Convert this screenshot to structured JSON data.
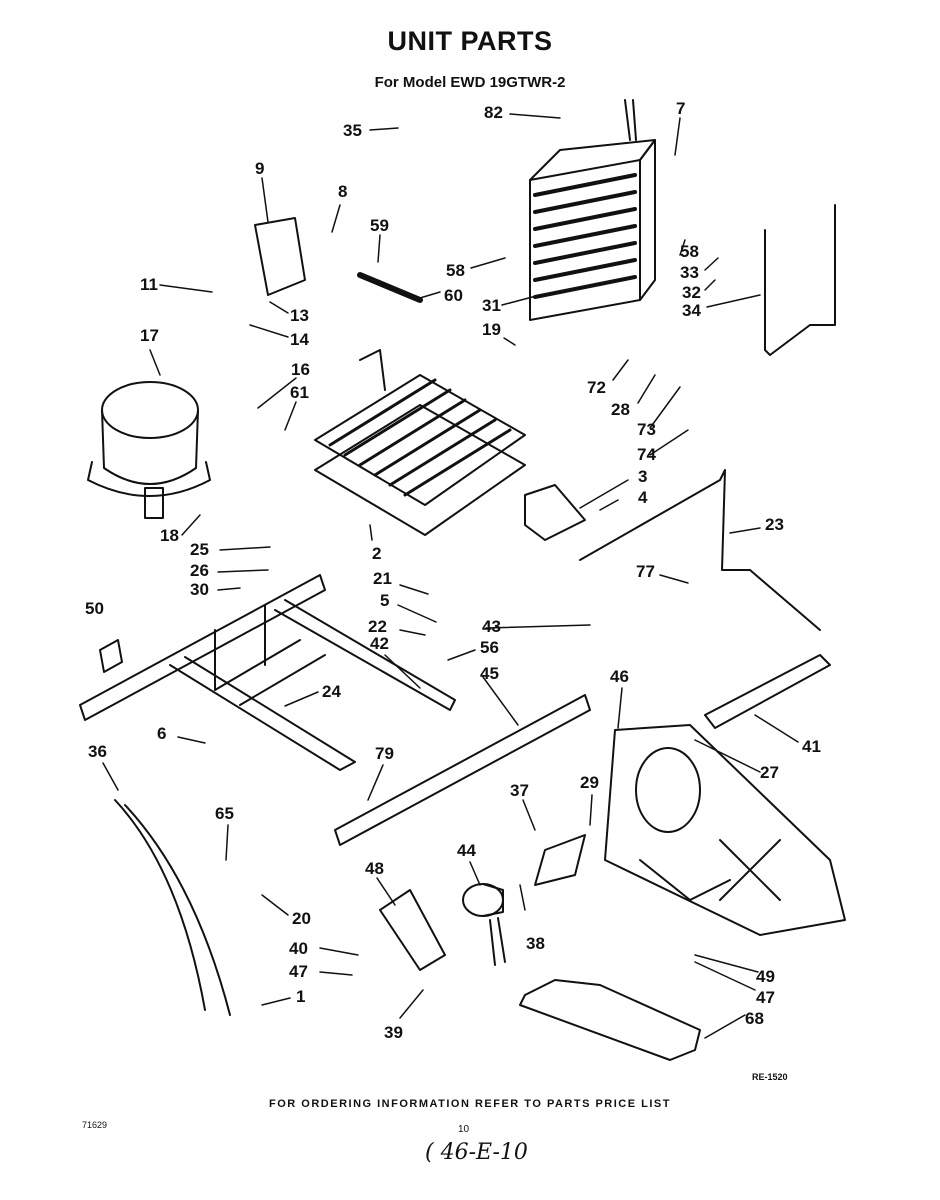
{
  "header": {
    "title": "UNIT PARTS",
    "subtitle": "For Model EWD 19GTWR-2"
  },
  "callouts": [
    "35",
    "82",
    "7",
    "9",
    "8",
    "59",
    "58",
    "60",
    "11",
    "13",
    "14",
    "17",
    "58",
    "33",
    "32",
    "34",
    "31",
    "19",
    "16",
    "61",
    "72",
    "28",
    "73",
    "74",
    "3",
    "4",
    "23",
    "18",
    "2",
    "25",
    "26",
    "30",
    "21",
    "5",
    "50",
    "22",
    "43",
    "56",
    "42",
    "24",
    "77",
    "45",
    "46",
    "41",
    "6",
    "27",
    "36",
    "79",
    "37",
    "29",
    "65",
    "44",
    "48",
    "38",
    "20",
    "40",
    "47",
    "49",
    "47",
    "68",
    "1",
    "39"
  ],
  "footer": {
    "ordering_note": "FOR ORDERING INFORMATION REFER TO PARTS PRICE LIST",
    "ref_code": "RE-1520",
    "print_code": "71629",
    "page_number": "10",
    "handwritten_note": "( 46-E-10"
  },
  "colors": {
    "ink": "#111111",
    "paper": "#ffffff"
  }
}
